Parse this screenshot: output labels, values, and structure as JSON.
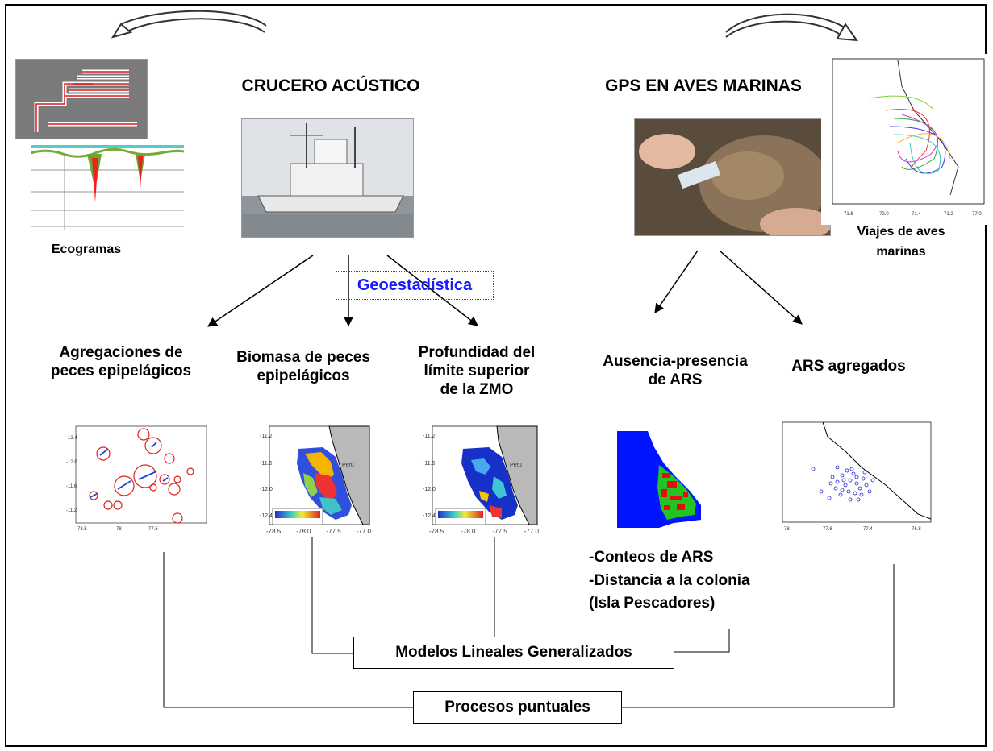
{
  "left_title": "CRUCERO ACÚSTICO",
  "right_title": "GPS EN AVES MARINAS",
  "ecogramas": "Ecogramas",
  "viajes": "Viajes de aves\nmarinas",
  "geo": "Geoestadística",
  "col1": "Agregaciones de\npeces epipelágicos",
  "col2": "Biomasa de peces\nepipelágicos",
  "col3": "Profundidad del\nlímite superior\nde la ZMO",
  "col4": "Ausencia-presencia\nde ARS",
  "col5": "ARS agregados",
  "list": "-Conteos de ARS\n-Distancia a la colonia\n(Isla Pescadores)",
  "glm": "Modelos Lineales Generalizados",
  "pp": "Procesos puntuales",
  "map2_label": "Peru",
  "map3_label": "Peru",
  "map2_xticks": [
    "-78.5",
    "-78.0",
    "-77.5",
    "-77.0"
  ],
  "map3_xticks": [
    "-78.5",
    "-78.0",
    "-77.5",
    "-77.0"
  ]
}
